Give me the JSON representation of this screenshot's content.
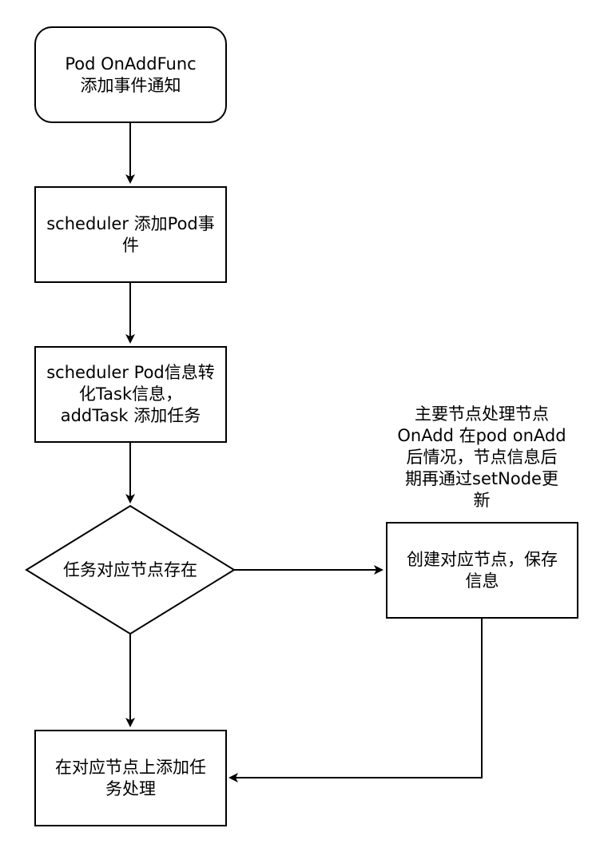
{
  "nodes": {
    "start": "Pod OnAddFunc\n添加事件通知",
    "add_pod_event": "scheduler 添加Pod事\n件",
    "convert_task": "scheduler Pod信息转\n化Task信息，\naddTask 添加任务",
    "decision": "任务对应节点存在",
    "create_node": "创建对应节点，保存\n信息",
    "add_task_on_node": "在对应节点上添加任\n务处理"
  },
  "annotation": "主要节点处理节点\nOnAdd 在pod onAdd\n后情况，节点信息后\n期再通过setNode更\n新"
}
